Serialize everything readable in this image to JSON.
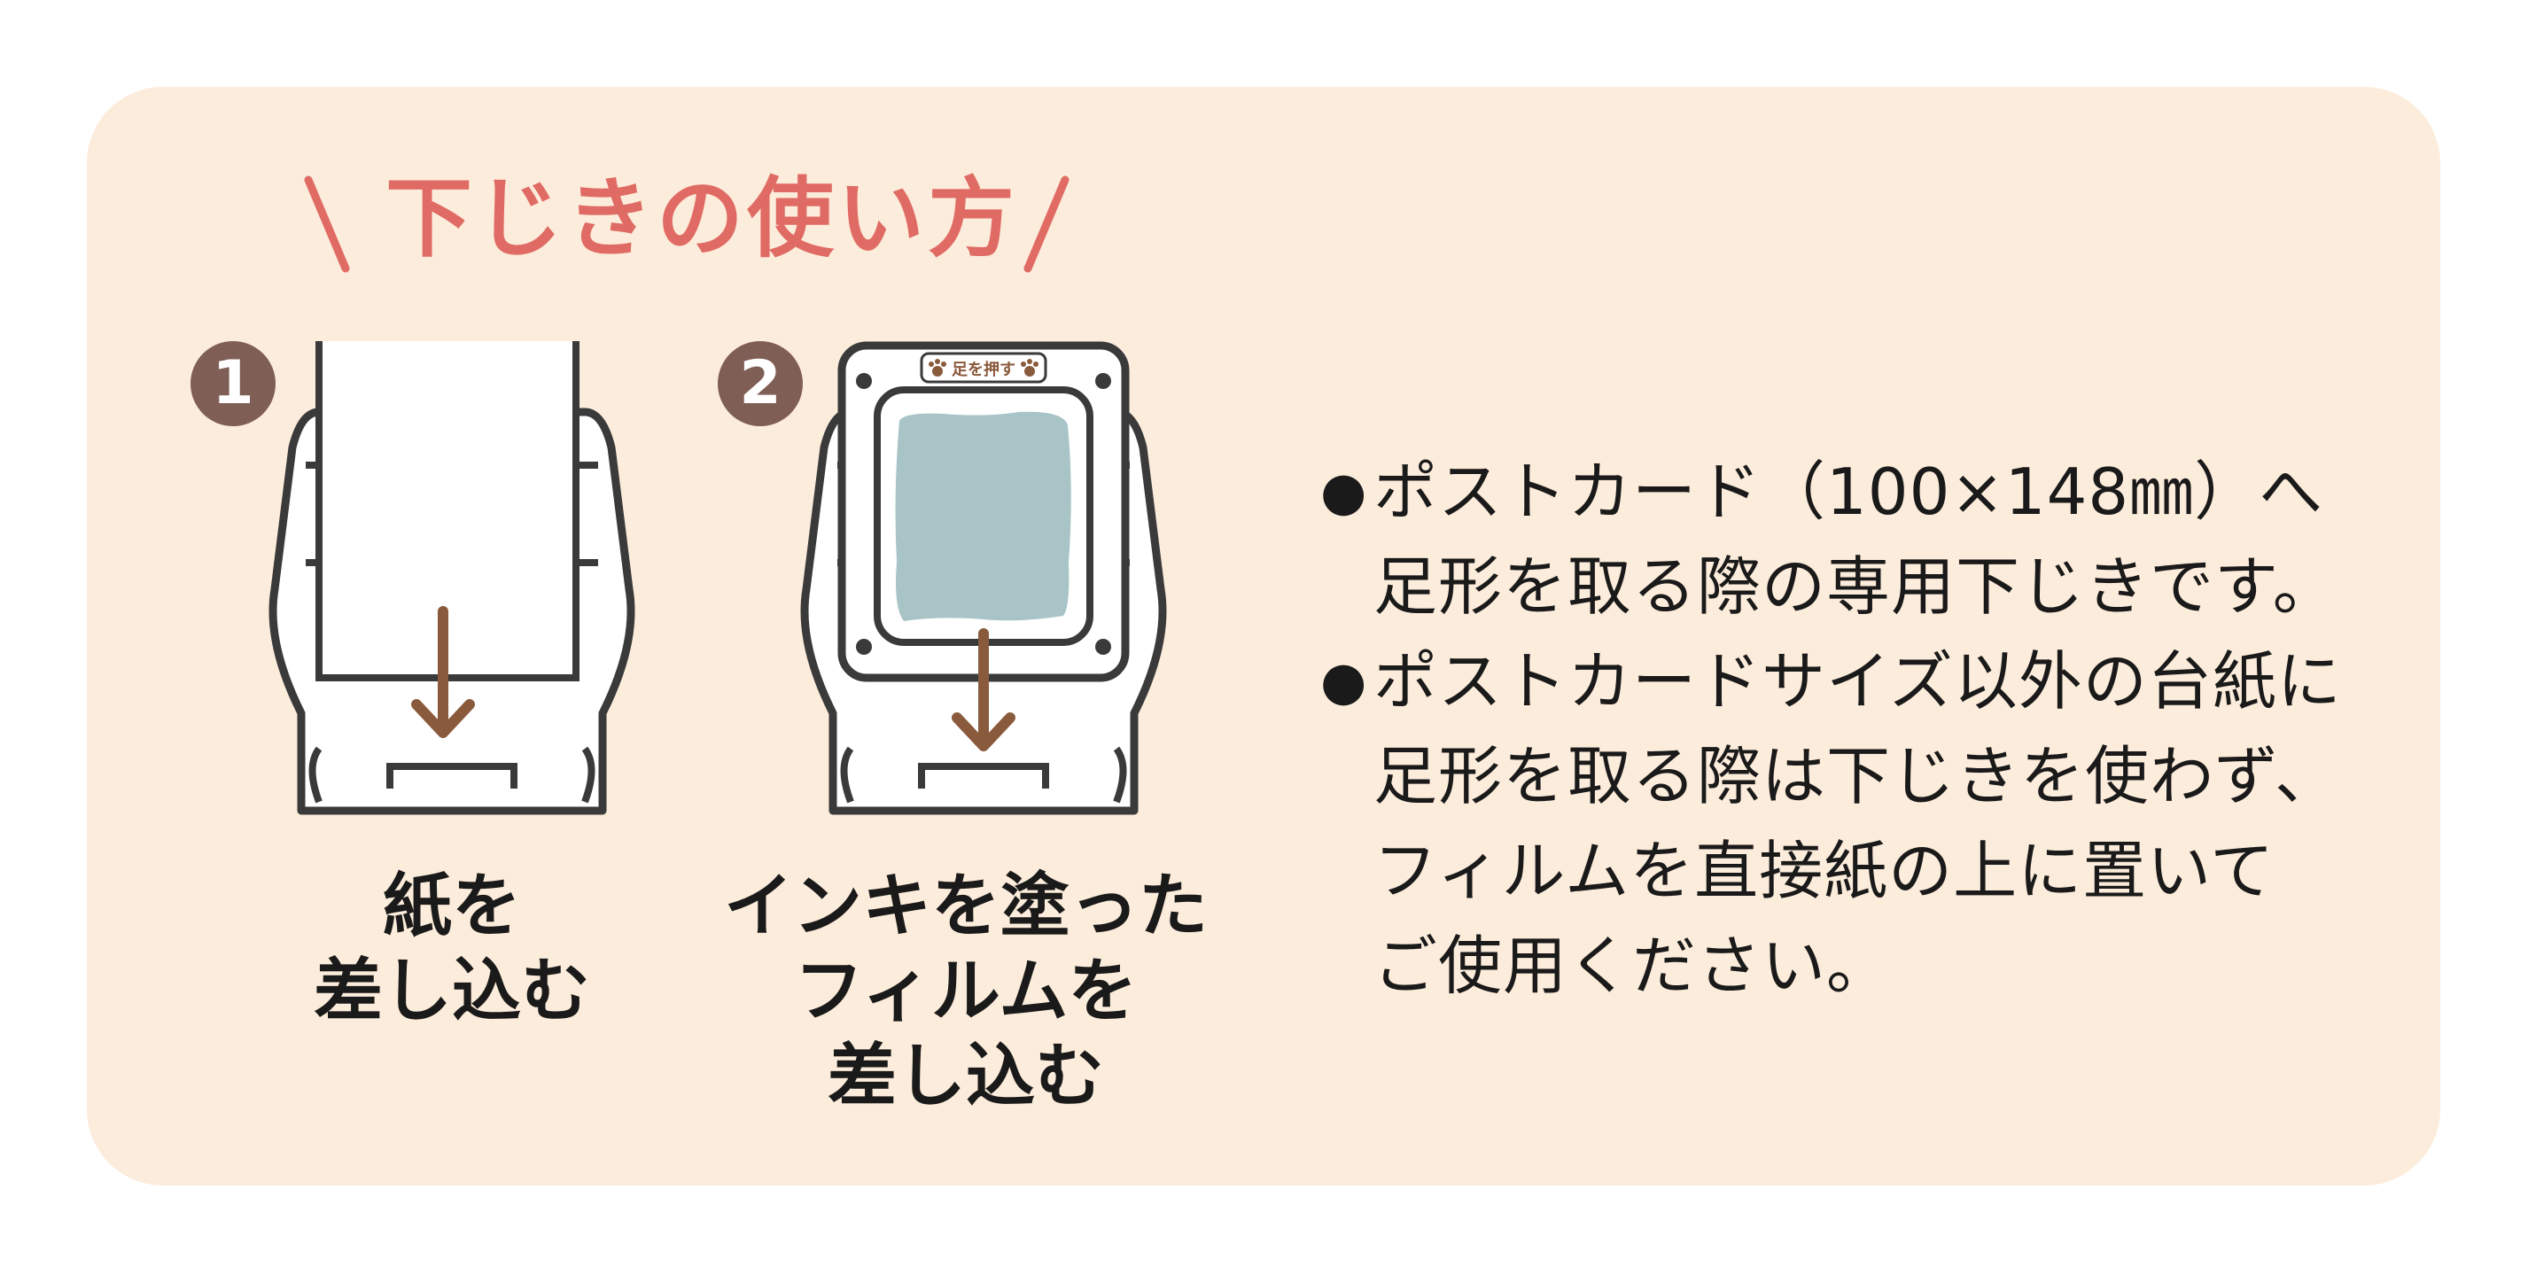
{
  "heading": "下じきの使い方",
  "steps": [
    {
      "number": "1",
      "label_lines": [
        "紙を",
        "差し込む"
      ]
    },
    {
      "number": "2",
      "label_lines": [
        "インキを塗った",
        "フィルムを",
        "差し込む"
      ]
    }
  ],
  "device_label": "足を押す",
  "notes": [
    {
      "bullet": "●",
      "lines": [
        "ポストカード（100×148㎜）へ",
        "足形を取る際の専用下じきです。"
      ]
    },
    {
      "bullet": "●",
      "lines": [
        "ポストカードサイズ以外の台紙に",
        "足形を取る際は下じきを使わず、",
        "フィルムを直接紙の上に置いて",
        "ご使用ください。"
      ]
    }
  ],
  "colors": {
    "panel": "#fcecdb",
    "heading": "#e06b64",
    "badge": "#7f5e55",
    "arrow": "#8a5a3c",
    "film": "#a8c4c6",
    "outline": "#3a3a3a"
  }
}
